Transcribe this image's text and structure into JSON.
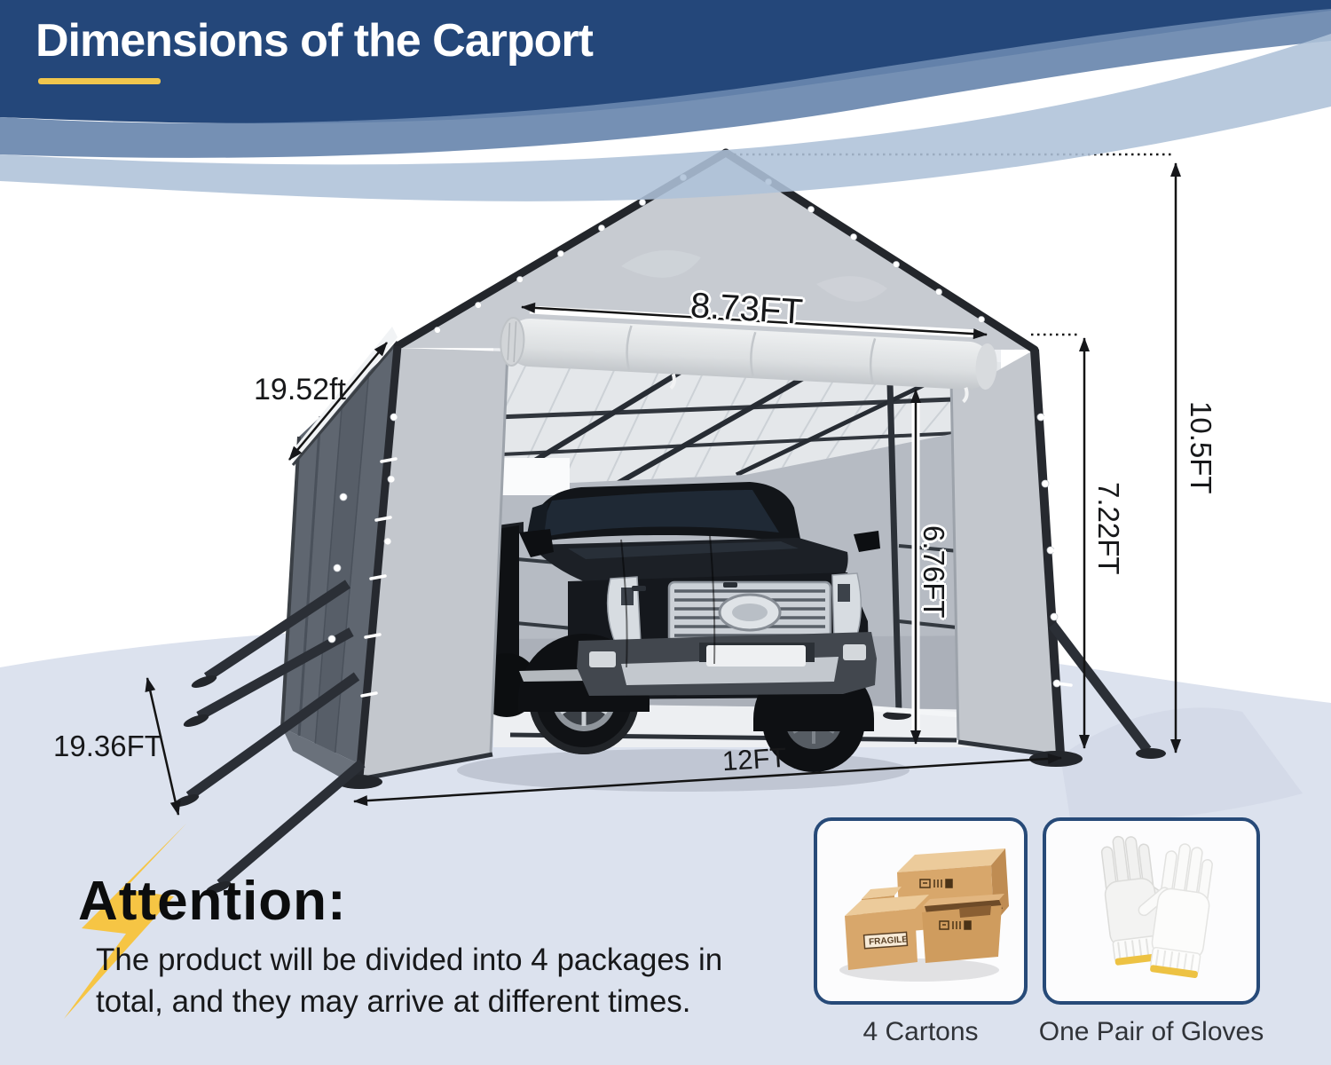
{
  "header": {
    "title": "Dimensions of the Carport"
  },
  "dimensions": {
    "door_width": "8.73FT",
    "side_length": "19.52ft",
    "total_height": "10.5FT",
    "wall_height": "7.22FT",
    "door_height": "6.76FT",
    "front_width": "12FT",
    "ground_length": "19.36FT"
  },
  "attention": {
    "title": "Attention:",
    "line1": "The product will be divided into 4 packages in",
    "line2": "total, and they may arrive at different times."
  },
  "packages": {
    "cartons": {
      "label": "4 Cartons",
      "fragile_text": "FRAGILE"
    },
    "gloves": {
      "label": "One Pair of Gloves"
    }
  },
  "colors": {
    "navy": "#24477a",
    "swoosh_medium": "#6987ae",
    "swoosh_light": "#aec2d8",
    "accent_yellow": "#f0c64d",
    "ground": "#dce2ee",
    "card_border": "#274a78",
    "bolt_yellow": "#f6c544"
  }
}
